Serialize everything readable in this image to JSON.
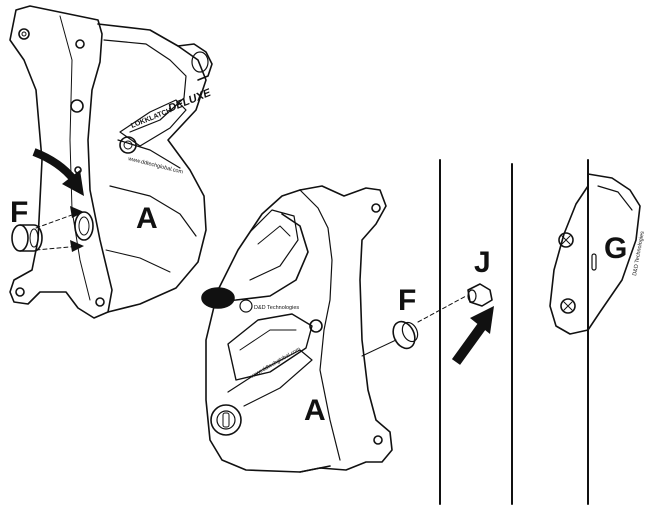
{
  "callouts": {
    "latch_left": "A",
    "latch_center": "A",
    "bush_left": "F",
    "bush_center": "F",
    "bolt": "J",
    "keeper": "G"
  },
  "product_text": {
    "model_prefix": "LOKKLATCH",
    "model_suffix": "DELUXE",
    "brand": "D&D Technologies",
    "website": "www.ddtechglobal.com"
  },
  "colors": {
    "line": "#111111",
    "background": "#ffffff"
  }
}
